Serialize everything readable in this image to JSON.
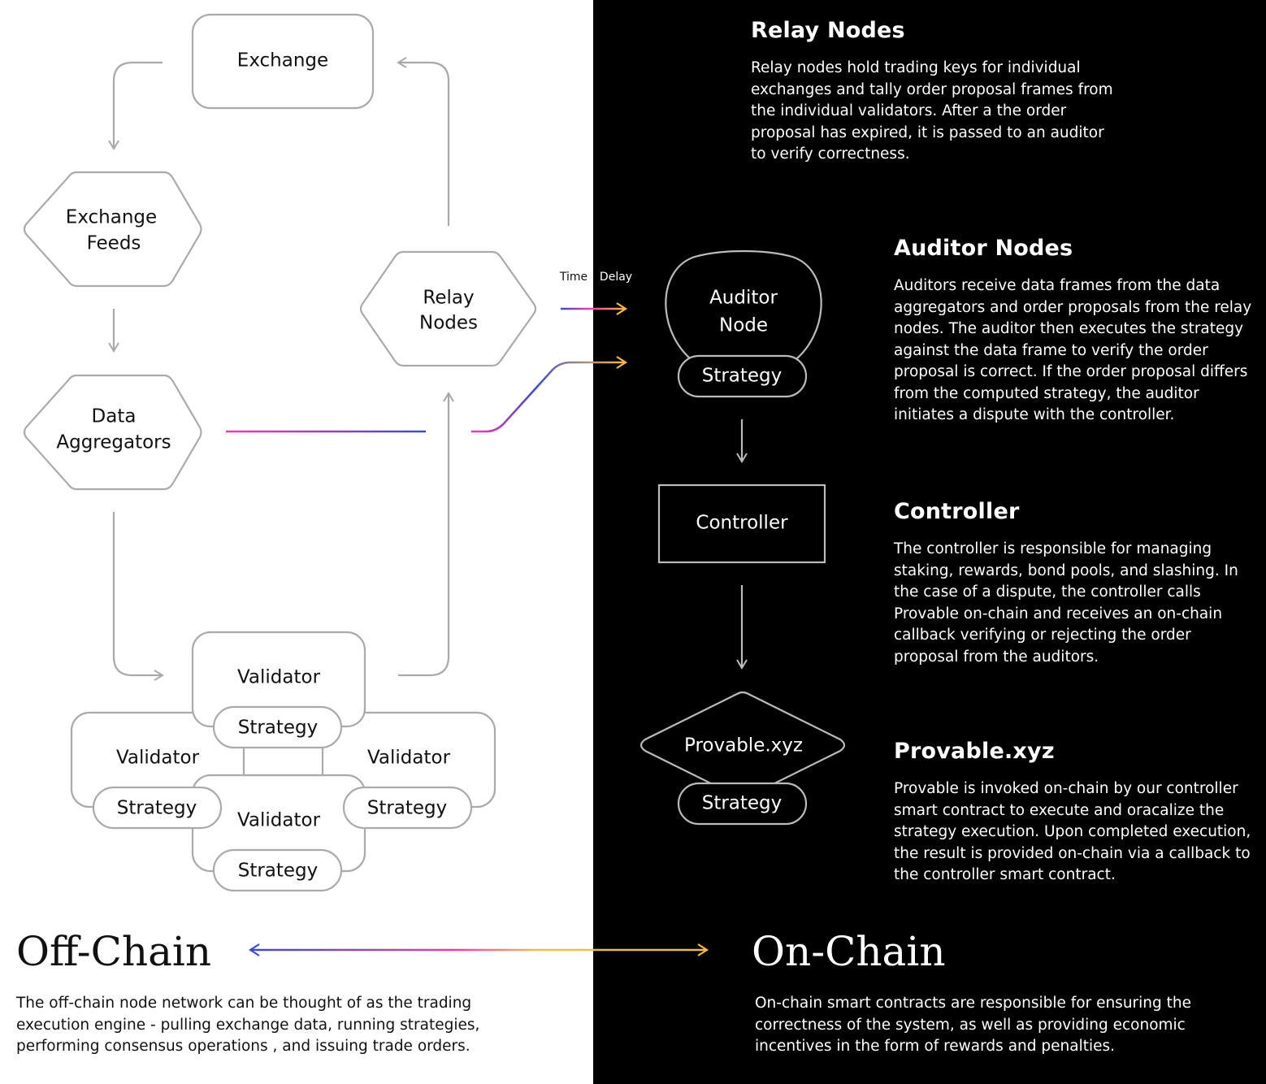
{
  "diagram": {
    "nodes": {
      "exchange": "Exchange",
      "exchange_feeds": [
        "Exchange",
        "Feeds"
      ],
      "data_aggregators": [
        "Data",
        "Aggregators"
      ],
      "relay_nodes": [
        "Relay",
        "Nodes"
      ],
      "validators": [
        {
          "label": "Validator",
          "strategy": "Strategy"
        },
        {
          "label": "Validator",
          "strategy": "Strategy"
        },
        {
          "label": "Validator",
          "strategy": "Strategy"
        },
        {
          "label": "Validator",
          "strategy": "Strategy"
        }
      ],
      "auditor_node": {
        "label": [
          "Auditor",
          "Node"
        ],
        "strategy": "Strategy"
      },
      "controller": "Controller",
      "provable": {
        "label": "Provable.xyz",
        "strategy": "Strategy"
      }
    },
    "time_label": "Time",
    "delay_label": "Delay",
    "off_chain_title": "Off-Chain",
    "on_chain_title": "On-Chain",
    "colors": {
      "gradient_blue": "#3b4cca",
      "gradient_pink": "#f03ca8",
      "gradient_orange": "#f5b94a",
      "node_stroke_light": "#aaaaaa",
      "node_stroke_dark": "#bbbbbb"
    }
  },
  "sections": {
    "relay": {
      "title": "Relay Nodes",
      "body": "Relay nodes hold trading keys for individual exchanges and tally order proposal frames from the individual validators. After a the order proposal has expired, it is passed to an auditor to verify correctness."
    },
    "auditor": {
      "title": "Auditor Nodes",
      "body": "Auditors receive data frames from the data aggregators and order proposals from the relay nodes. The auditor then executes the strategy against the data frame to verify the order proposal is correct. If the order proposal differs from the computed strategy, the auditor initiates a dispute with the controller."
    },
    "controller": {
      "title": "Controller",
      "body": "The controller is responsible for managing staking, rewards, bond pools, and slashing. In the case of a dispute, the controller calls Provable on-chain and receives an on-chain callback verifying or rejecting the order proposal from the auditors."
    },
    "provable": {
      "title": "Provable.xyz",
      "body": "Provable is invoked on-chain by our controller smart contract to execute and oracalize the strategy execution. Upon completed execution, the result is provided on-chain via a callback to the controller smart contract."
    }
  },
  "footer": {
    "off_chain_text": "The off-chain node network can be thought of as the trading execution engine - pulling exchange data, running strategies, performing consensus operations , and issuing trade orders.",
    "on_chain_text": "On-chain smart contracts are responsible for ensuring the correctness of the system, as well as providing economic incentives in the form of rewards and penalties."
  }
}
